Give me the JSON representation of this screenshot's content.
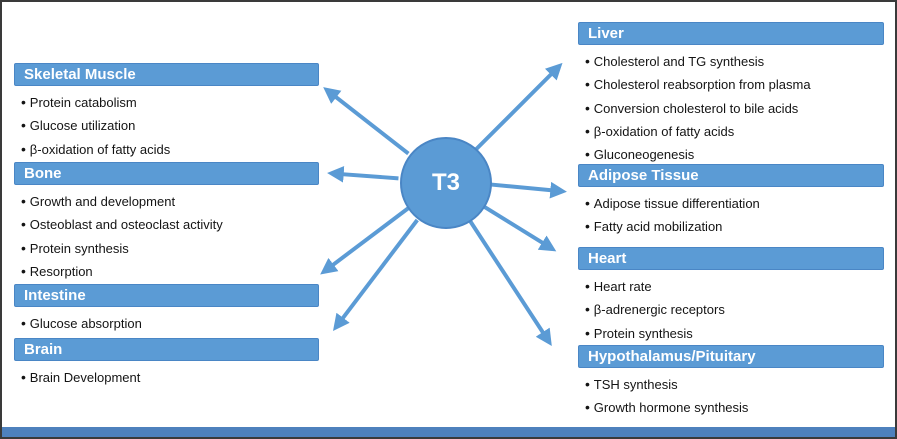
{
  "diagram": {
    "center_label": "T3",
    "left_sections": [
      {
        "title": "Skeletal Muscle",
        "items": [
          "Protein catabolism",
          "Glucose utilization",
          "β-oxidation of fatty acids"
        ]
      },
      {
        "title": "Bone",
        "items": [
          "Growth and development",
          "Osteoblast and osteoclast activity",
          "Protein synthesis",
          "Resorption"
        ]
      },
      {
        "title": "Intestine",
        "items": [
          "Glucose absorption"
        ]
      },
      {
        "title": "Brain",
        "items": [
          "Brain Development"
        ]
      }
    ],
    "right_sections": [
      {
        "title": "Liver",
        "items": [
          "Cholesterol and TG synthesis",
          "Cholesterol reabsorption from plasma",
          "Conversion cholesterol to bile acids",
          "β-oxidation of fatty acids",
          "Gluconeogenesis"
        ]
      },
      {
        "title": "Adipose Tissue",
        "items": [
          "Adipose tissue differentiation",
          "Fatty acid mobilization"
        ]
      },
      {
        "title": "Heart",
        "items": [
          "Heart rate",
          "β-adrenergic receptors",
          "Protein synthesis"
        ]
      },
      {
        "title": "Hypothalamus/Pituitary",
        "items": [
          "TSH synthesis",
          "Growth hormone synthesis"
        ]
      }
    ],
    "colors": {
      "header_fill": "#5B9BD5",
      "header_text": "#FFFFFF",
      "arrow": "#5B9BD5",
      "circle_fill": "#5B9BD5",
      "bottom_bar": "#4E81BD",
      "border": "#3A3A3A"
    }
  }
}
